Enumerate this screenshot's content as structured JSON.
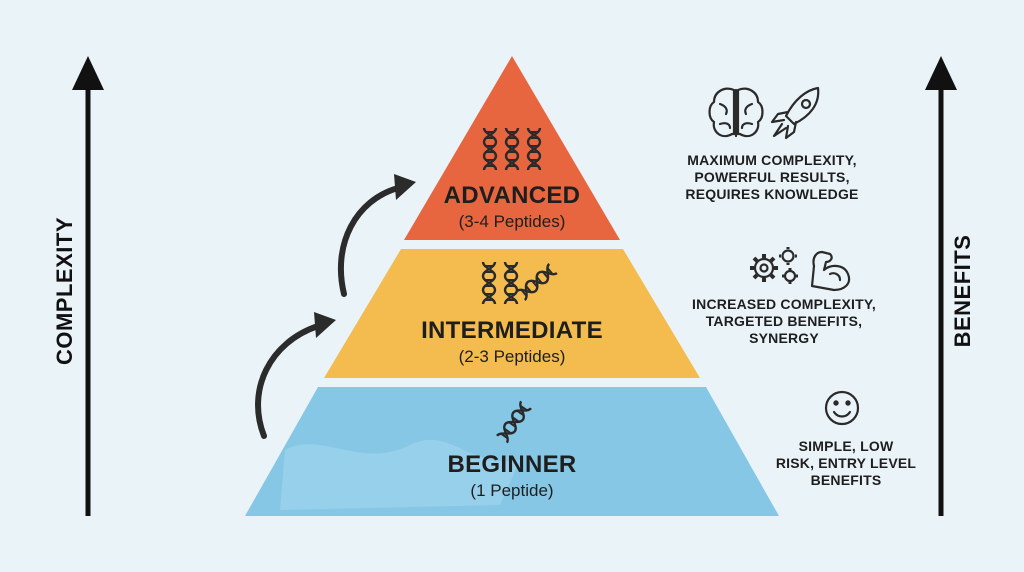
{
  "axes": {
    "left_label": "COMPLEXITY",
    "right_label": "BENEFITS"
  },
  "tiers": [
    {
      "title": "ADVANCED",
      "subtitle": "(3-4 Peptides)",
      "color": "#e8663f",
      "icons": [
        "dna-icon",
        "dna-icon",
        "dna-icon"
      ]
    },
    {
      "title": "INTERMEDIATE",
      "subtitle": "(2-3 Peptides)",
      "color": "#f4bc4f",
      "icons": [
        "dna-icon",
        "dna-icon",
        "dna-icon"
      ]
    },
    {
      "title": "BEGINNER",
      "subtitle": "(1 Peptide)",
      "color": "#86c7e6",
      "icons": [
        "dna-icon"
      ]
    }
  ],
  "benefits": [
    {
      "lines": [
        "MAXIMUM COMPLEXITY,",
        "POWERFUL RESULTS,",
        "REQUIRES KNOWLEDGE"
      ],
      "icons": [
        "brain-icon",
        "rocket-icon"
      ]
    },
    {
      "lines": [
        "INCREASED COMPLEXITY,",
        "TARGETED BENEFITS,",
        "SYNERGY"
      ],
      "icons": [
        "gears-icon",
        "flexed-arm-icon"
      ]
    },
    {
      "lines": [
        "SIMPLE, LOW",
        "RISK, ENTRY LEVEL",
        "BENEFITS"
      ],
      "icons": [
        "smiley-icon"
      ]
    }
  ],
  "colors": {
    "background": "#eaf4f8",
    "arrow": "#111111",
    "curved_arrow": "#2b2b2b"
  }
}
